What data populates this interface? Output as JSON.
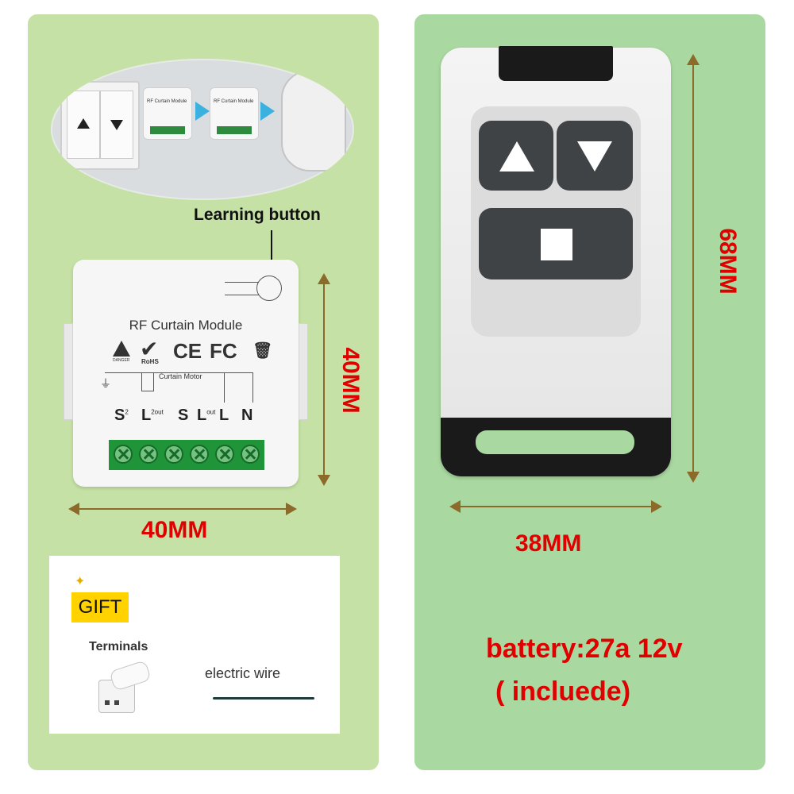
{
  "left_panel": {
    "learning_label": "Learning button",
    "module": {
      "title": "RF Curtain Module",
      "cert_danger": "DANGER",
      "cert_check": "✔",
      "cert_rohs": "RoHS",
      "cert_ce": "CE",
      "cert_fc": "FC",
      "cert_bin": "🗑",
      "wiring_motor": "Curtain Motor",
      "wiring_ground": "⏚",
      "terminals": [
        {
          "letter": "S",
          "sup": "2"
        },
        {
          "letter": "L",
          "sup": "2out"
        },
        {
          "letter": "S",
          "sup": ""
        },
        {
          "letter": "L",
          "sup": "out"
        },
        {
          "letter": "L",
          "sup": ""
        },
        {
          "letter": "N",
          "sup": ""
        }
      ],
      "photo_module_label": "RF Curtain Module"
    },
    "height_label": "40MM",
    "width_label": "40MM",
    "gift": {
      "tag": "GIFT",
      "terminals_label": "Terminals",
      "wire_label": "electric wire"
    }
  },
  "right_panel": {
    "height_label": "68MM",
    "width_label": "38MM",
    "battery_line1": "battery:27a 12v",
    "battery_line2": "( incluede)"
  },
  "colors": {
    "left_bg": "#c5e1a5",
    "right_bg": "#a9d8a0",
    "dimension_red": "#e00000",
    "terminal_green": "#1f9438",
    "remote_button": "#3f4346"
  }
}
